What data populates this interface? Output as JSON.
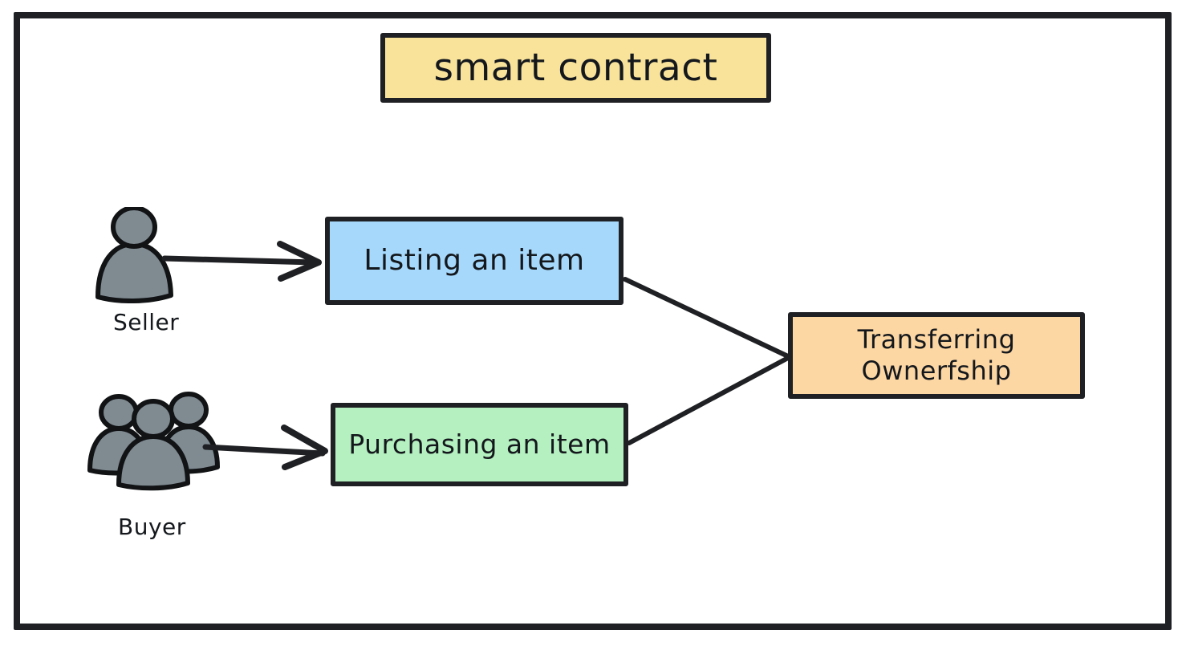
{
  "diagram": {
    "title": "smart contract",
    "frame_color": "#1f2023",
    "background": "#ffffff",
    "nodes": [
      {
        "id": "title",
        "label": "smart contract",
        "fill": "#f9e39b",
        "stroke": "#1f2023"
      },
      {
        "id": "listing",
        "label": "Listing an item",
        "fill": "#a6d8fb",
        "stroke": "#1f2023"
      },
      {
        "id": "purchasing",
        "label": "Purchasing an item",
        "fill": "#b4f0c0",
        "stroke": "#1f2023"
      },
      {
        "id": "transfer",
        "label_line1": "Transferring",
        "label_line2": "Ownerfship",
        "fill": "#fcd6a3",
        "stroke": "#1f2023"
      }
    ],
    "actors": [
      {
        "id": "seller",
        "label": "Seller",
        "icon": "single-person-icon",
        "fill": "#7f8a91"
      },
      {
        "id": "buyer",
        "label": "Buyer",
        "icon": "group-people-icon",
        "fill": "#7f8a91"
      }
    ],
    "edges": [
      {
        "from": "seller",
        "to": "listing",
        "arrow": "chevron"
      },
      {
        "from": "buyer",
        "to": "purchasing",
        "arrow": "chevron"
      },
      {
        "from": "listing",
        "to": "transfer",
        "arrow": "none"
      },
      {
        "from": "purchasing",
        "to": "transfer",
        "arrow": "none"
      }
    ]
  }
}
